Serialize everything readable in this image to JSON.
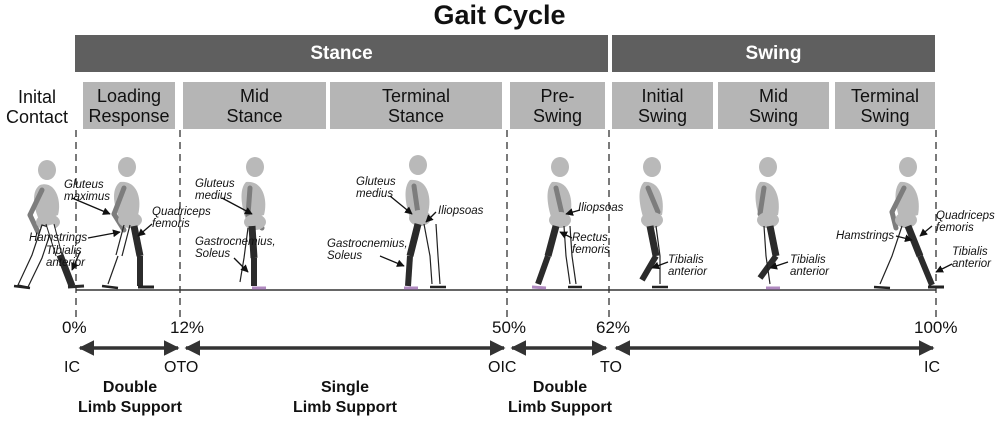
{
  "title": "Gait Cycle",
  "bands": {
    "stance": "Stance",
    "swing": "Swing"
  },
  "initial_contact": {
    "line1": "Inital",
    "line2": "Contact"
  },
  "phases": [
    {
      "line1": "Loading",
      "line2": "Response"
    },
    {
      "line1": "Mid",
      "line2": "Stance"
    },
    {
      "line1": "Terminal",
      "line2": "Stance"
    },
    {
      "line1": "Pre-",
      "line2": "Swing"
    },
    {
      "line1": "Initial",
      "line2": "Swing"
    },
    {
      "line1": "Mid",
      "line2": "Swing"
    },
    {
      "line1": "Terminal",
      "line2": "Swing"
    }
  ],
  "muscles": {
    "gluteus_maximus": {
      "line1": "Gluteus",
      "line2": "maximus"
    },
    "hamstrings_1": "Hamstrings",
    "tibialis_anterior_1": {
      "line1": "Tibialis",
      "line2": "anterior"
    },
    "quadriceps_1": {
      "line1": "Quadriceps",
      "line2": "femoris"
    },
    "gluteus_medius_1": {
      "line1": "Gluteus",
      "line2": "medius"
    },
    "gastrocnemius_1": {
      "line1": "Gastrocnemius,",
      "line2": "Soleus"
    },
    "gluteus_medius_2": {
      "line1": "Gluteus",
      "line2": "medius"
    },
    "iliopsoas_1": "Iliopsoas",
    "gastrocnemius_2": {
      "line1": "Gastrocnemius,",
      "line2": "Soleus"
    },
    "iliopsoas_2": "Iliopsoas",
    "rectus_femoris": {
      "line1": "Rectus",
      "line2": "femoris"
    },
    "tibialis_anterior_2": {
      "line1": "Tibialis",
      "line2": "anterior"
    },
    "tibialis_anterior_3": {
      "line1": "Tibialis",
      "line2": "anterior"
    },
    "hamstrings_2": "Hamstrings",
    "quadriceps_2": {
      "line1": "Quadriceps",
      "line2": "femoris"
    },
    "tibialis_anterior_4": {
      "line1": "Tibialis",
      "line2": "anterior"
    }
  },
  "percentages": [
    "0%",
    "12%",
    "50%",
    "62%",
    "100%"
  ],
  "events": [
    "IC",
    "OTO",
    "OIC",
    "TO",
    "IC"
  ],
  "support": [
    {
      "line1": "Double",
      "line2": "Limb Support"
    },
    {
      "line1": "Single",
      "line2": "Limb Support"
    },
    {
      "line1": "Double",
      "line2": "Limb Support"
    }
  ],
  "colors": {
    "band": "#5f5f5f",
    "phase": "#b5b5b5",
    "body": "#b9b9b9",
    "active_muscle": "#2b2b2b"
  }
}
